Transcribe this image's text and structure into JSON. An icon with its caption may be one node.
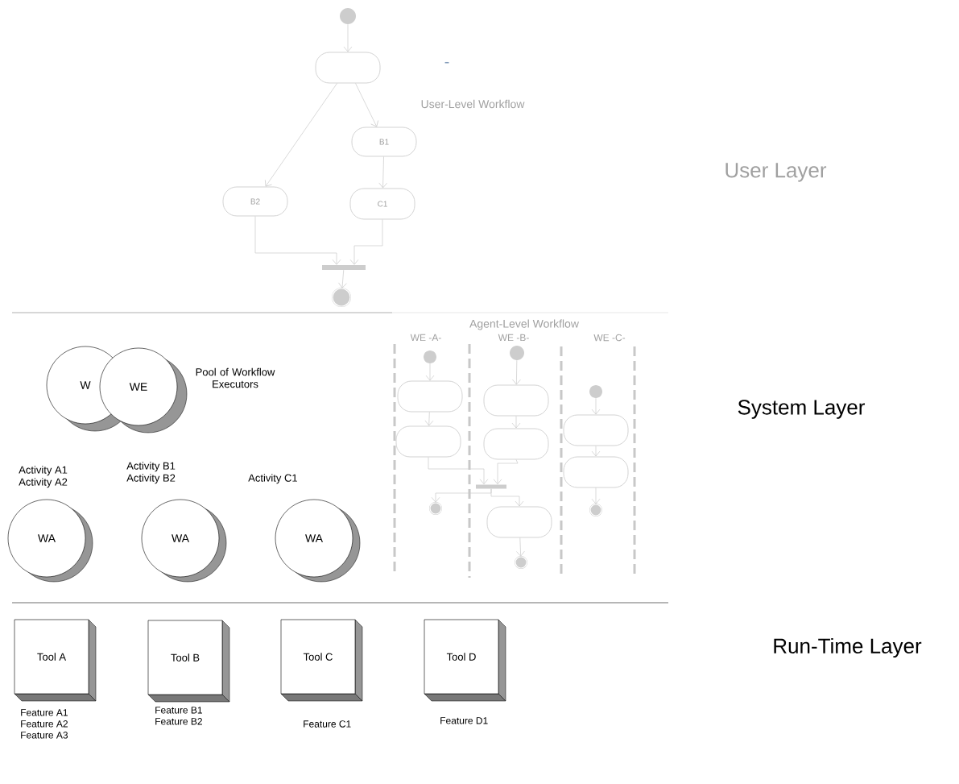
{
  "diagram": {
    "nodes": [
      {
        "text": [],
        "shape": "circle"
      },
      {
        "text": [],
        "shape": "box"
      },
      {
        "text": [
          "B1"
        ]
      },
      {
        "text": [
          "B2"
        ]
      },
      {
        "text": [
          "C1"
        ]
      },
      {
        "text": [],
        "shape": "bar"
      },
      {
        "text": [],
        "shape": "circle"
      },
      {
        "text": [],
        "shape": "circle"
      },
      {
        "text": [],
        "shape": "box"
      },
      {
        "text": [],
        "shape": "box"
      },
      {
        "text": [],
        "shape": "circle"
      },
      {
        "text": [],
        "shape": "box"
      },
      {
        "text": [],
        "shape": "box"
      },
      {
        "text": [],
        "shape": "bar"
      },
      {
        "text": [],
        "shape": "circle"
      },
      {
        "text": [],
        "shape": "box"
      },
      {
        "text": [],
        "shape": "circle"
      },
      {
        "text": [],
        "shape": "circle"
      },
      {
        "text": [],
        "shape": "box"
      },
      {
        "text": [],
        "shape": "box"
      },
      {
        "text": [],
        "shape": "circle"
      },
      {
        "text": [
          "W"
        ]
      },
      {
        "text": [
          "WE"
        ]
      },
      {
        "text": [
          "WA"
        ],
        "beside": [
          "Activity A1",
          "Activity A2"
        ]
      },
      {
        "text": [
          "WA"
        ],
        "beside": [
          "Activity B1",
          "Activity B2"
        ]
      },
      {
        "text": [
          "WA"
        ],
        "beside": [
          "Activity C1"
        ]
      },
      {
        "text": [
          "Tool A"
        ],
        "beside": [
          "Feature A1",
          "Feature A2",
          "Feature A3"
        ]
      },
      {
        "text": [
          "Tool B"
        ],
        "beside": [
          "Feature B1",
          "Feature B2"
        ]
      },
      {
        "text": [
          "Tool C"
        ],
        "beside": [
          "Feature C1"
        ]
      },
      {
        "text": [
          "Tool D"
        ],
        "beside": [
          "Feature D1"
        ]
      }
    ],
    "edges": [
      {
        "from": 0,
        "to": 1,
        "arrow": "to"
      },
      {
        "from": 1,
        "to": 2,
        "arrow": "to"
      },
      {
        "from": 1,
        "to": 3,
        "arrow": "to"
      },
      {
        "from": 2,
        "to": 4,
        "arrow": "to"
      },
      {
        "from": 3,
        "to": 5,
        "arrow": "to"
      },
      {
        "from": 4,
        "to": 5,
        "arrow": "to"
      },
      {
        "from": 5,
        "to": 6,
        "arrow": "to"
      },
      {
        "from": 7,
        "to": 8,
        "arrow": "to"
      },
      {
        "from": 8,
        "to": 9,
        "arrow": "to"
      },
      {
        "from": 10,
        "to": 11,
        "arrow": "to"
      },
      {
        "from": 11,
        "to": 12,
        "arrow": "to"
      },
      {
        "from": 9,
        "to": 13,
        "arrow": "to"
      },
      {
        "from": 12,
        "to": 13,
        "arrow": "to"
      },
      {
        "from": 13,
        "to": 14,
        "arrow": "to"
      },
      {
        "from": 13,
        "to": 15,
        "arrow": "to"
      },
      {
        "from": 15,
        "to": 16,
        "arrow": "to"
      },
      {
        "from": 17,
        "to": 18,
        "arrow": "to"
      },
      {
        "from": 18,
        "to": 19,
        "arrow": "to"
      },
      {
        "from": 19,
        "to": 20,
        "arrow": "to"
      }
    ],
    "labels": [
      "-",
      "User-Level Workflow",
      "User Layer",
      "Agent-Level Workflow",
      "WE -A-",
      "WE -B-",
      "WE -C-",
      "Pool of Workflow Executors",
      "System Layer",
      "Run-Time Layer"
    ]
  }
}
